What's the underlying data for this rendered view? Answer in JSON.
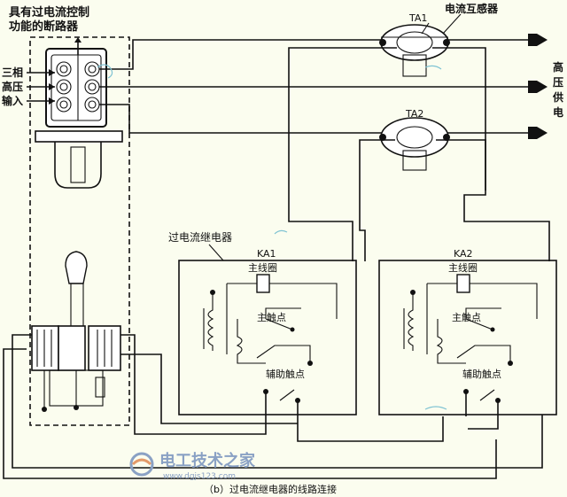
{
  "labels": {
    "breaker_line1": "具有过电流控制",
    "breaker_line2": "功能的断路器",
    "input_v1": "三相",
    "input_v2": "高压",
    "input_v3": "输入",
    "ct_title": "电流互感器",
    "ta1": "TA1",
    "ta2": "TA2",
    "hv_out": [
      "高",
      "压",
      "供",
      "电"
    ],
    "relay_title": "过电流继电器",
    "ka1": "KA1",
    "ka2": "KA2",
    "main_coil": "主线圈",
    "main_contact": "主触点",
    "aux_contact": "辅助触点",
    "caption": "（b）过电流继电器的线路连接",
    "watermark_name": "电工技术之家",
    "watermark_url": "www.dgjs123.com"
  },
  "colors": {
    "line": "#111111",
    "background": "#fbfdef",
    "watermark": "#8aa1c4",
    "cyan_mark": "#7fc3d3"
  }
}
